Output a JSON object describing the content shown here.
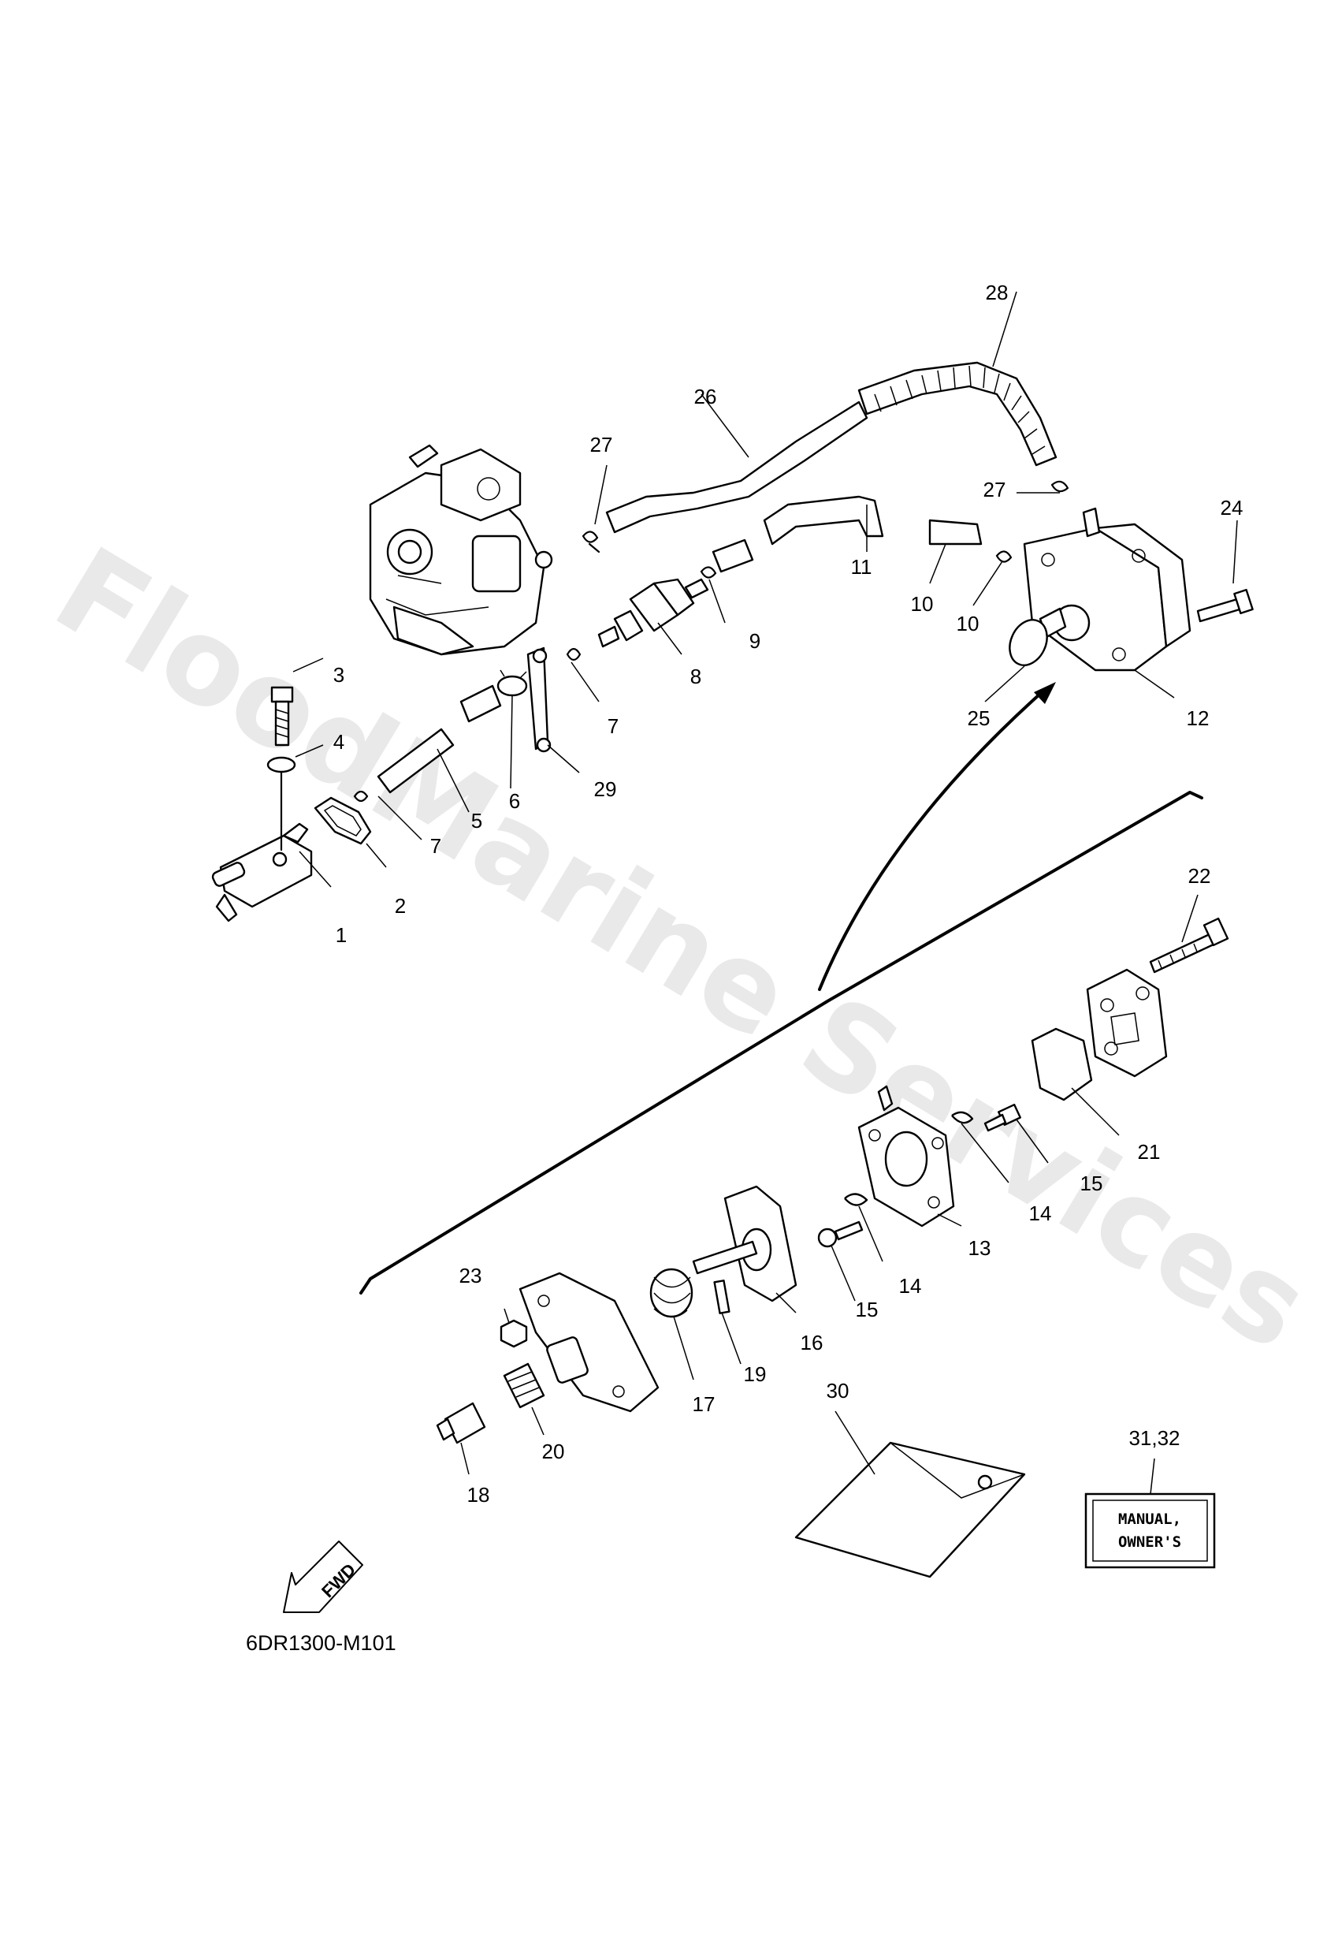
{
  "watermark": "FloodMarine Services",
  "diagram_code": "6DR1300-M101",
  "fwd_label": "FWD",
  "manual_label": {
    "line1": "MANUAL,",
    "line2": "OWNER'S"
  },
  "callouts": [
    {
      "id": "c1",
      "text": "1"
    },
    {
      "id": "c2",
      "text": "2"
    },
    {
      "id": "c3",
      "text": "3"
    },
    {
      "id": "c4",
      "text": "4"
    },
    {
      "id": "c5",
      "text": "5"
    },
    {
      "id": "c6",
      "text": "6"
    },
    {
      "id": "c7a",
      "text": "7"
    },
    {
      "id": "c7b",
      "text": "7"
    },
    {
      "id": "c8",
      "text": "8"
    },
    {
      "id": "c9",
      "text": "9"
    },
    {
      "id": "c10a",
      "text": "10"
    },
    {
      "id": "c10b",
      "text": "10"
    },
    {
      "id": "c11",
      "text": "11"
    },
    {
      "id": "c12",
      "text": "12"
    },
    {
      "id": "c13",
      "text": "13"
    },
    {
      "id": "c14a",
      "text": "14"
    },
    {
      "id": "c14b",
      "text": "14"
    },
    {
      "id": "c15a",
      "text": "15"
    },
    {
      "id": "c15b",
      "text": "15"
    },
    {
      "id": "c16",
      "text": "16"
    },
    {
      "id": "c17",
      "text": "17"
    },
    {
      "id": "c18",
      "text": "18"
    },
    {
      "id": "c19",
      "text": "19"
    },
    {
      "id": "c20",
      "text": "20"
    },
    {
      "id": "c21",
      "text": "21"
    },
    {
      "id": "c22",
      "text": "22"
    },
    {
      "id": "c23",
      "text": "23"
    },
    {
      "id": "c24",
      "text": "24"
    },
    {
      "id": "c25",
      "text": "25"
    },
    {
      "id": "c26",
      "text": "26"
    },
    {
      "id": "c27a",
      "text": "27"
    },
    {
      "id": "c27b",
      "text": "27"
    },
    {
      "id": "c28",
      "text": "28"
    },
    {
      "id": "c29",
      "text": "29"
    },
    {
      "id": "c30",
      "text": "30"
    },
    {
      "id": "c3132",
      "text": "31,32"
    }
  ]
}
